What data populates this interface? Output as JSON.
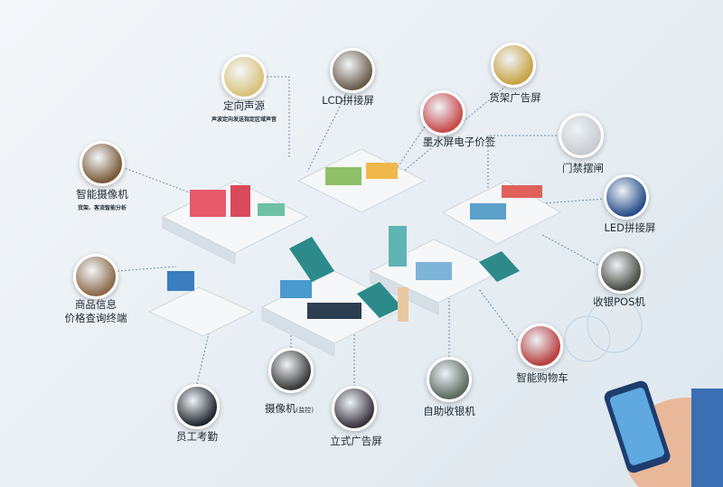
{
  "nodes": {
    "sound": {
      "label": "定向声源",
      "sub": "声波定向发送指定区域声音",
      "color": "#d8c27a"
    },
    "lcd": {
      "label": "LCD拼接屏",
      "color": "#6b5d4d"
    },
    "shelf_ad": {
      "label": "货架广告屏",
      "color": "#c9a347"
    },
    "epaper": {
      "label": "墨水屏电子价签",
      "color": "#c74b4b"
    },
    "gate": {
      "label": "门禁摆闸",
      "color": "#c8ccd0"
    },
    "led": {
      "label": "LED拼接屏",
      "color": "#2a4f8a"
    },
    "pos": {
      "label": "收银POS机",
      "color": "#4a4f45"
    },
    "cart": {
      "label": "智能购物车",
      "color": "#b84040"
    },
    "self_checkout": {
      "label": "自助收银机",
      "color": "#5c6a60"
    },
    "stand_ad": {
      "label": "立式广告屏",
      "color": "#3a3440"
    },
    "camera": {
      "label": "摄像机",
      "label_small": "(监控)",
      "color": "#3a3a3a"
    },
    "attendance": {
      "label": "员工考勤",
      "color": "#222830"
    },
    "price_terminal": {
      "label1": "商品信息",
      "label2": "价格查询终端",
      "color": "#8b6a4a"
    },
    "smart_camera": {
      "label": "智能摄像机",
      "sub": "货架、客流智能分析",
      "color": "#7a5a3a"
    }
  }
}
